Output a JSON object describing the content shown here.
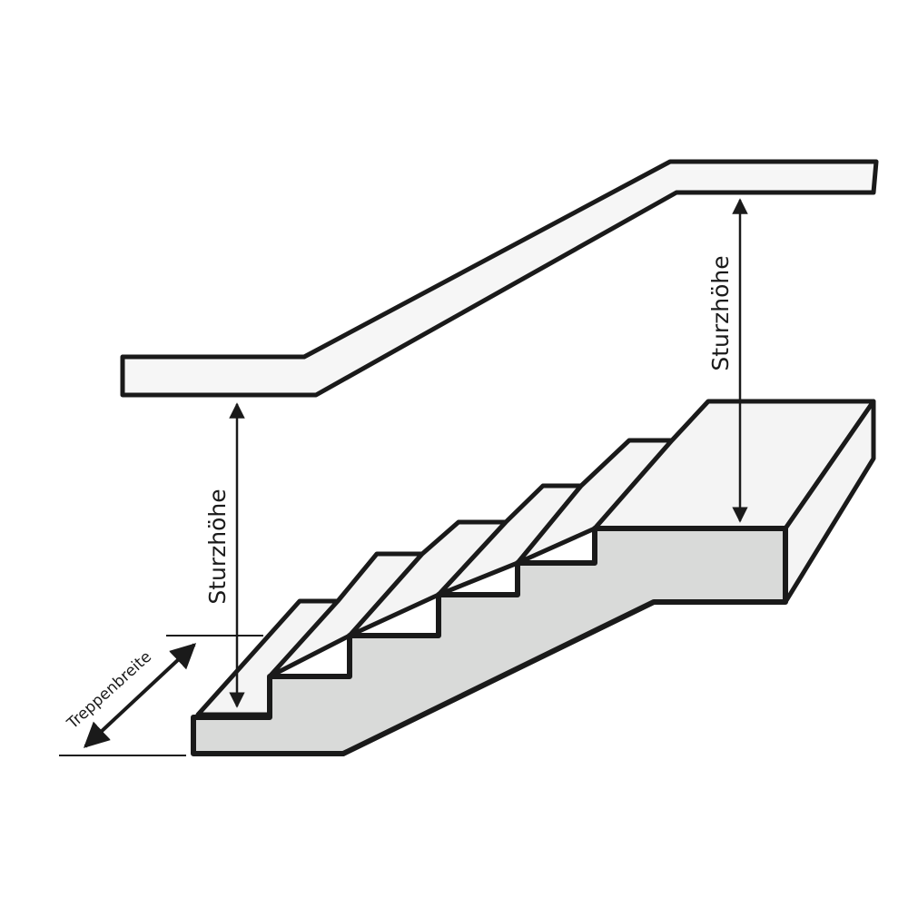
{
  "labels": {
    "headroom_left": "Sturzhöhe",
    "headroom_right": "Sturzhöhe",
    "stair_width": "Treppenbreite"
  },
  "colors": {
    "outline": "#1a1a1a",
    "side_face": "#d9dad9",
    "tread": "#f4f4f4",
    "rail": "#f6f6f6"
  }
}
